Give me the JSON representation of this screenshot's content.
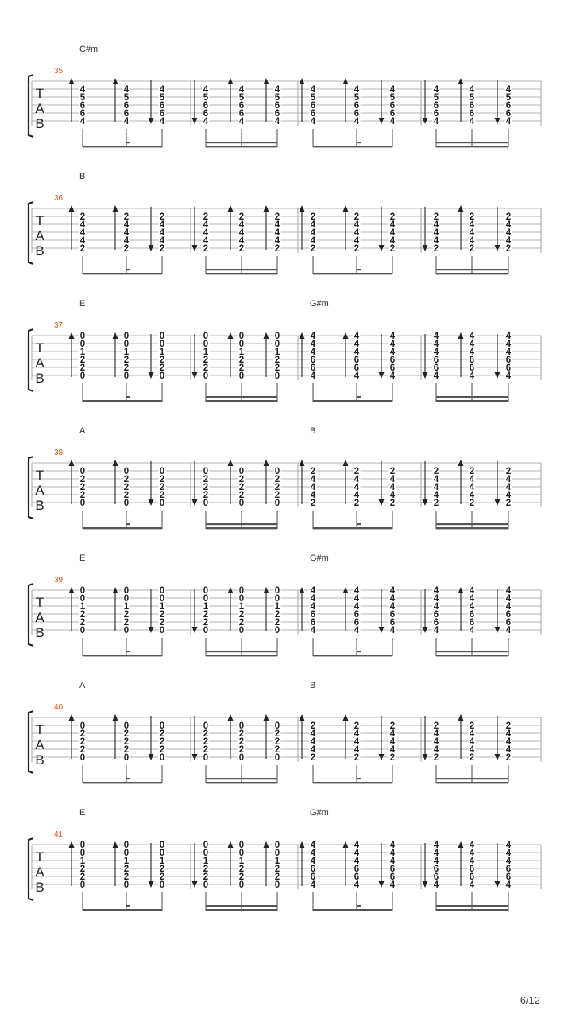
{
  "tab_letters": [
    "T",
    "A",
    "B"
  ],
  "page_number": "6/12",
  "strum_pattern": [
    "up",
    "up",
    "down",
    "down",
    "up",
    "up",
    "up",
    "up",
    "down",
    "down",
    "up",
    "down"
  ],
  "systems": [
    {
      "measure": "35",
      "chords": [
        {
          "name": "C#m",
          "half": 0
        }
      ],
      "frets": {
        "A": [
          "4",
          "5",
          "6",
          "6",
          "4"
        ]
      }
    },
    {
      "measure": "36",
      "chords": [
        {
          "name": "B",
          "half": 0
        }
      ],
      "frets": {
        "A": [
          "2",
          "4",
          "4",
          "4",
          "2"
        ]
      }
    },
    {
      "measure": "37",
      "chords": [
        {
          "name": "E",
          "half": 0
        },
        {
          "name": "G#m",
          "half": 1
        }
      ],
      "frets": {
        "A": [
          "0",
          "0",
          "1",
          "2",
          "2",
          "0"
        ],
        "B": [
          "4",
          "4",
          "4",
          "6",
          "6",
          "4"
        ]
      }
    },
    {
      "measure": "38",
      "chords": [
        {
          "name": "A",
          "half": 0
        },
        {
          "name": "B",
          "half": 1
        }
      ],
      "frets": {
        "A": [
          "0",
          "2",
          "2",
          "2",
          "0"
        ],
        "B": [
          "2",
          "4",
          "4",
          "4",
          "2"
        ]
      }
    },
    {
      "measure": "39",
      "chords": [
        {
          "name": "E",
          "half": 0
        },
        {
          "name": "G#m",
          "half": 1
        }
      ],
      "frets": {
        "A": [
          "0",
          "0",
          "1",
          "2",
          "2",
          "0"
        ],
        "B": [
          "4",
          "4",
          "4",
          "6",
          "6",
          "4"
        ]
      }
    },
    {
      "measure": "40",
      "chords": [
        {
          "name": "A",
          "half": 0
        },
        {
          "name": "B",
          "half": 1
        }
      ],
      "frets": {
        "A": [
          "0",
          "2",
          "2",
          "2",
          "0"
        ],
        "B": [
          "2",
          "4",
          "4",
          "4",
          "2"
        ]
      }
    },
    {
      "measure": "41",
      "chords": [
        {
          "name": "E",
          "half": 0
        },
        {
          "name": "G#m",
          "half": 1
        }
      ],
      "frets": {
        "A": [
          "0",
          "0",
          "1",
          "2",
          "2",
          "0"
        ],
        "B": [
          "4",
          "4",
          "4",
          "6",
          "6",
          "4"
        ]
      }
    }
  ]
}
